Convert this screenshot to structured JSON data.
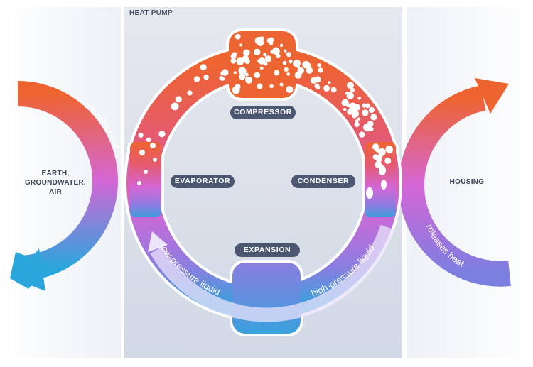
{
  "title": "HEAT PUMP",
  "labels": {
    "compressor": "COMPRESSOR",
    "evaporator": "EVAPORATOR",
    "condenser": "CONDENSER",
    "expansion": "EXPANSION"
  },
  "source": {
    "label": "EARTH, GROUNDWATER, AIR",
    "line1": "EARTH,",
    "line2": "GROUNDWATER,",
    "line3": "AIR",
    "arrow_text": "absorbs heat"
  },
  "sink": {
    "label": "HOUSING",
    "arrow_text": "releases heat"
  },
  "flow": {
    "low": "low-pressure liquid",
    "high": "high-pressure liquid"
  },
  "colors": {
    "hot": "#ee6430",
    "mid": "#d466d6",
    "cold": "#3aa0dc",
    "pill": "#4b5670"
  }
}
